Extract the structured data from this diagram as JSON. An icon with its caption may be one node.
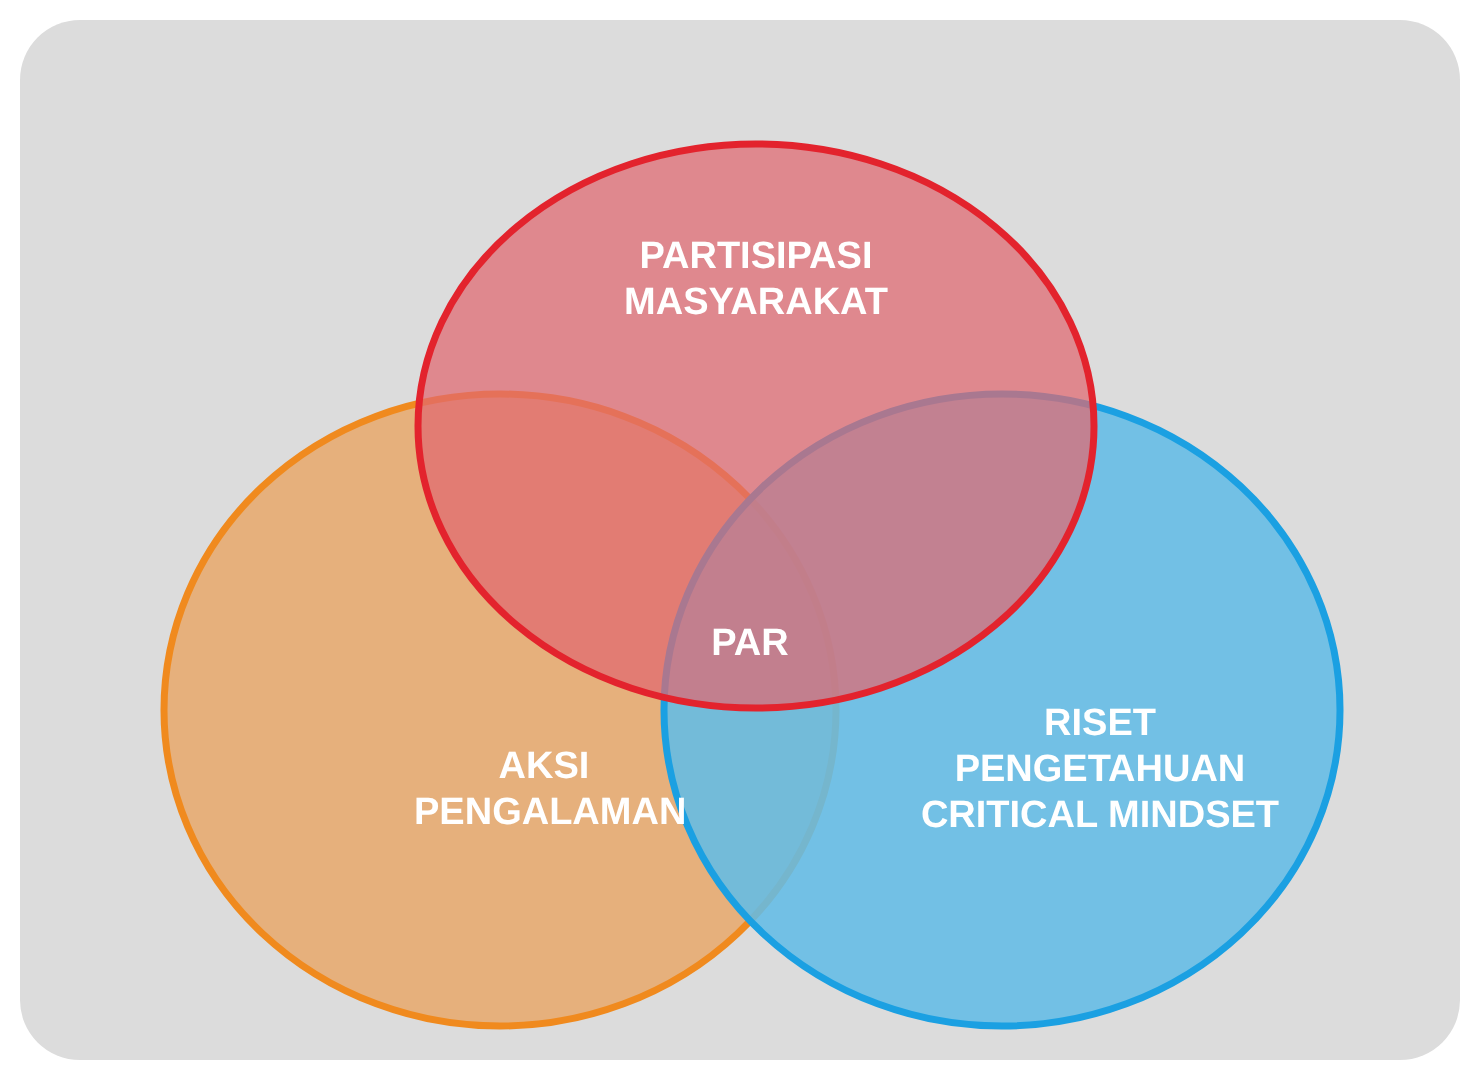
{
  "diagram": {
    "nodes": [
      {
        "text": [
          "AKSI PENGALAMAN"
        ]
      },
      {
        "text": [
          "RISET PENGETAHUAN CRITICAL MINDSET"
        ]
      },
      {
        "text": [
          "PARTISIPASI MASYARAKAT"
        ]
      }
    ],
    "edges": [],
    "labels": [
      "PAR"
    ]
  }
}
